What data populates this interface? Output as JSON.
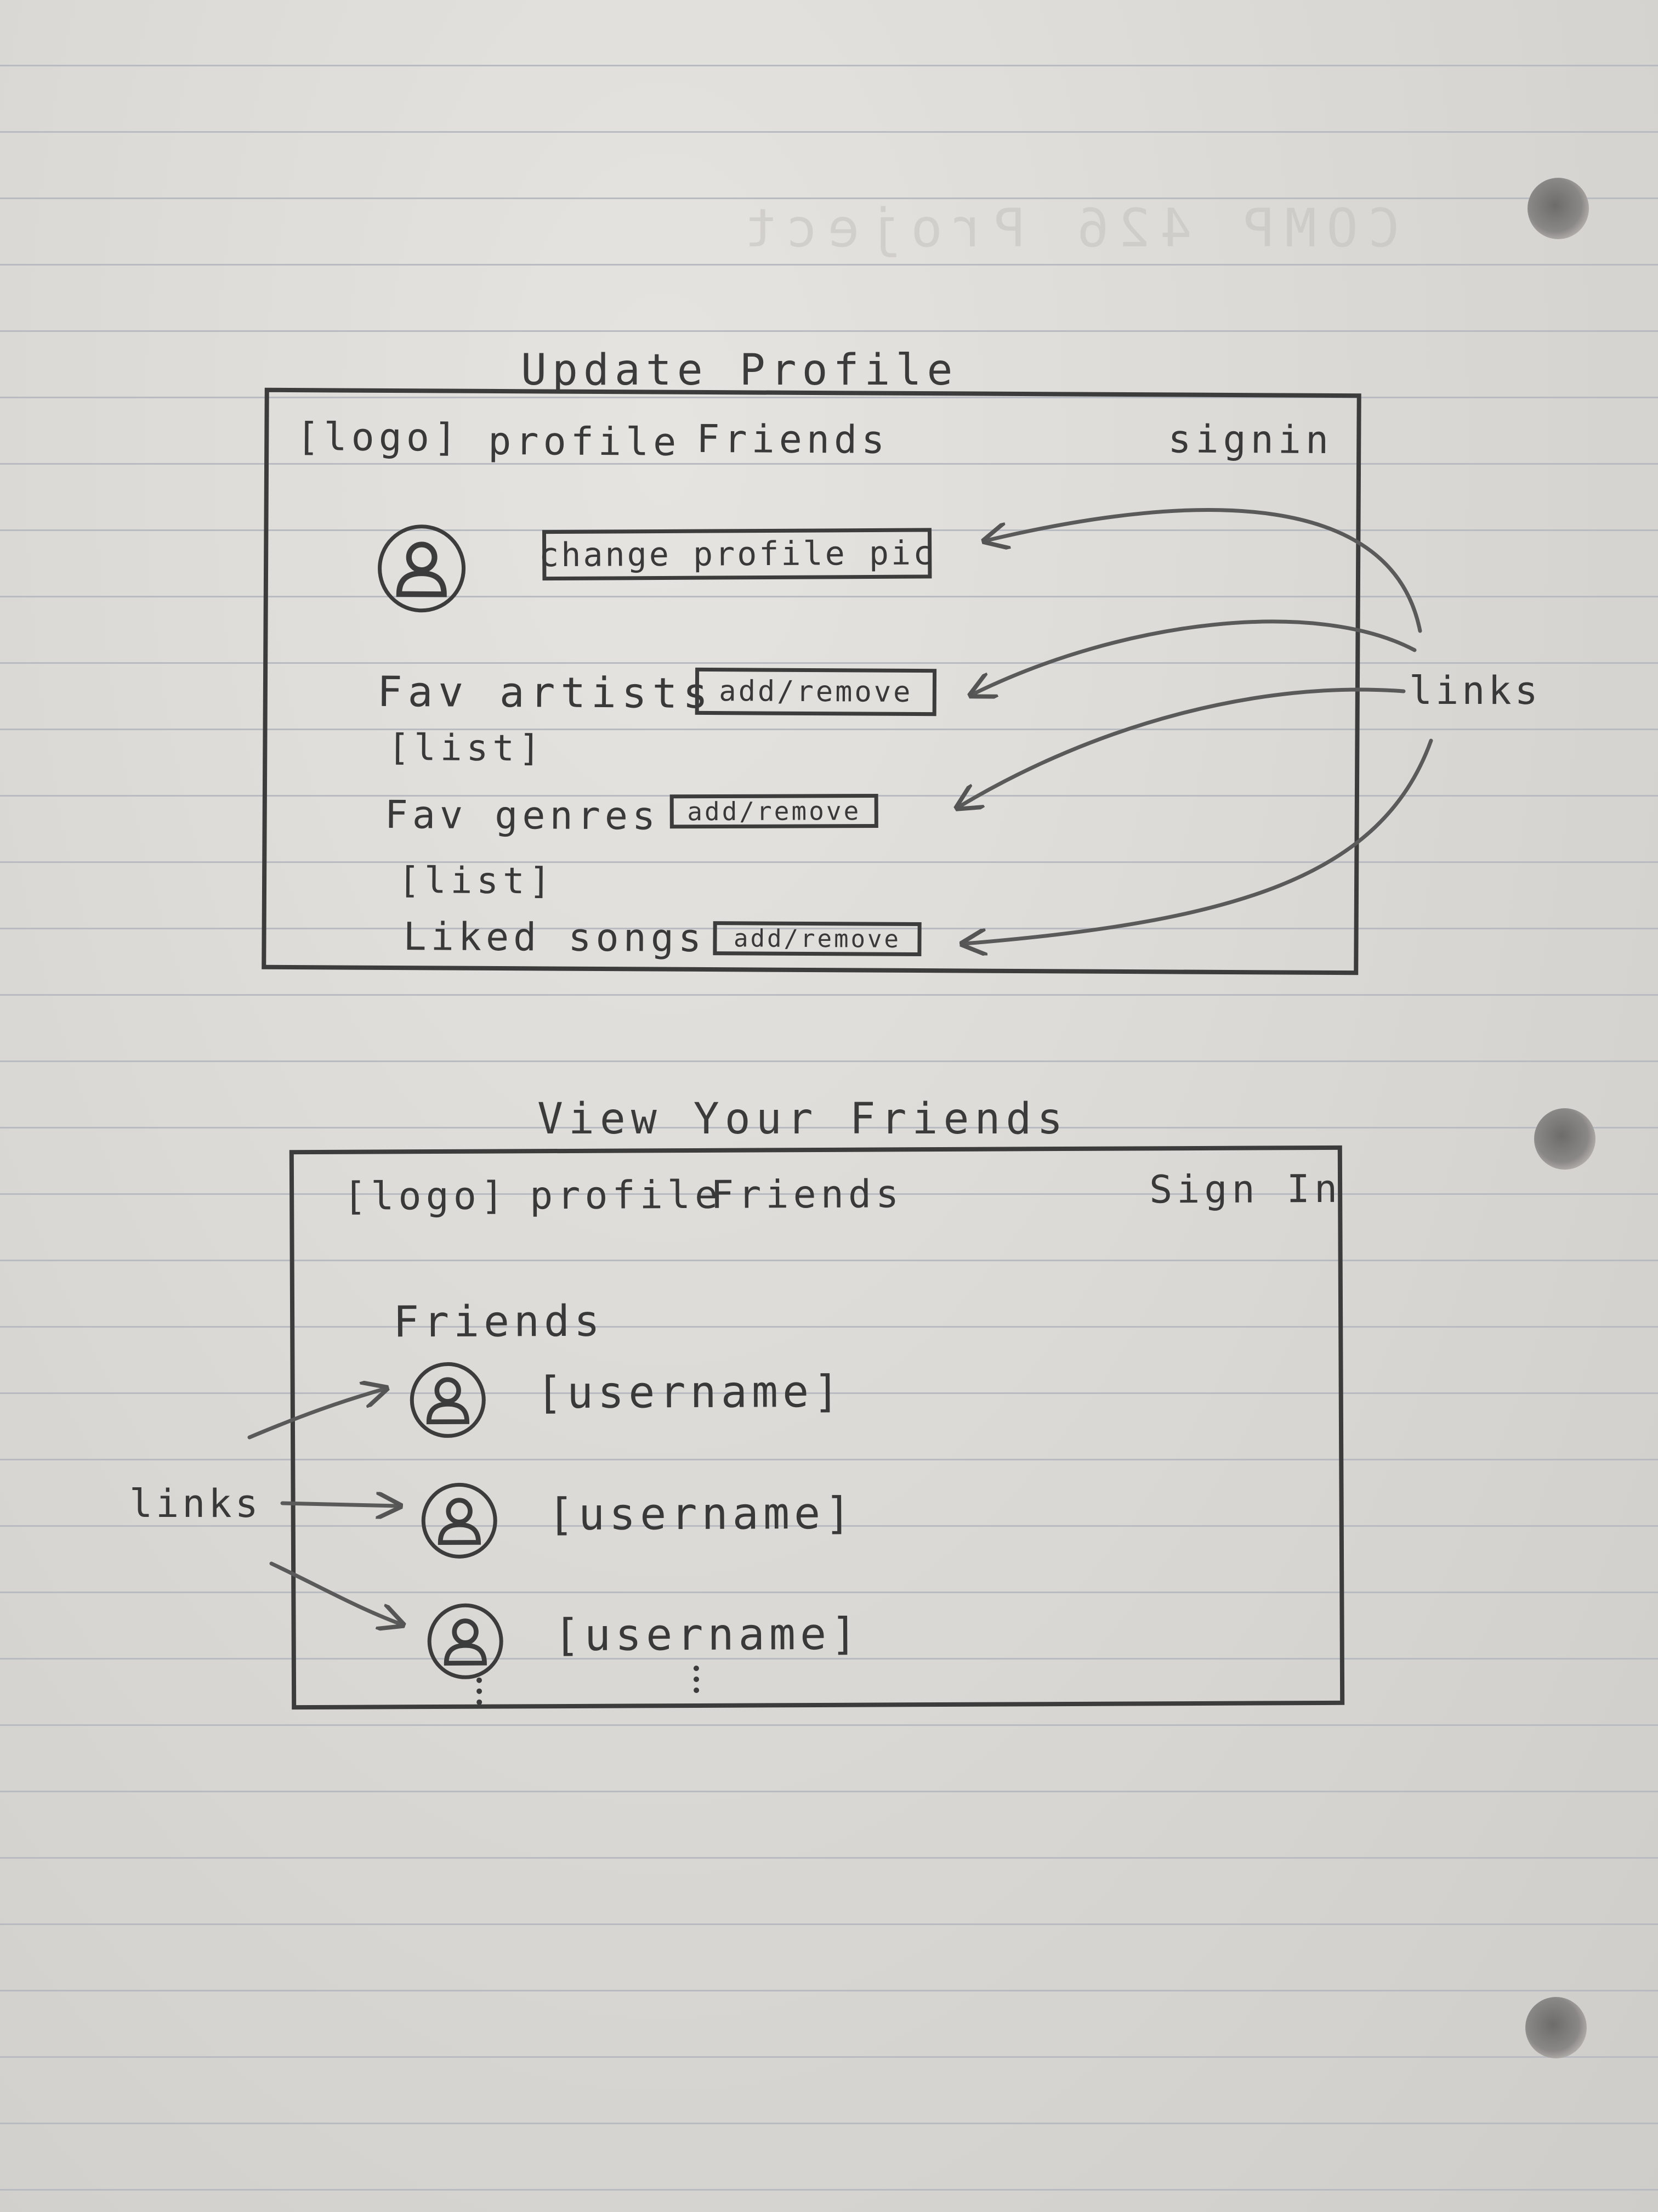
{
  "page1": {
    "title": "Update Profile",
    "nav": {
      "logo": "[logo]",
      "profile": "profile",
      "friends": "Friends",
      "signin": "signin"
    },
    "change_pic": "change profile pic",
    "fav_artists": {
      "label": "Fav artists",
      "button": "add/remove",
      "list": "[list]"
    },
    "fav_genres": {
      "label": "Fav genres",
      "button": "add/remove",
      "list": "[list]"
    },
    "liked_songs": {
      "label": "Liked songs",
      "button": "add/remove"
    },
    "annotation": "links"
  },
  "page2": {
    "title": "View Your Friends",
    "nav": {
      "logo": "[logo]",
      "profile": "profile",
      "friends": "Friends",
      "signin": "Sign In"
    },
    "heading": "Friends",
    "users": [
      {
        "name": "[username]"
      },
      {
        "name": "[username]"
      },
      {
        "name": "[username]"
      }
    ],
    "annotation": "links"
  },
  "ghost_text": "COMP 426 Project",
  "colors": {
    "paper": "#dcdad6",
    "pencil": "#3c3c3c",
    "rule_line": "#b8bcc2"
  }
}
